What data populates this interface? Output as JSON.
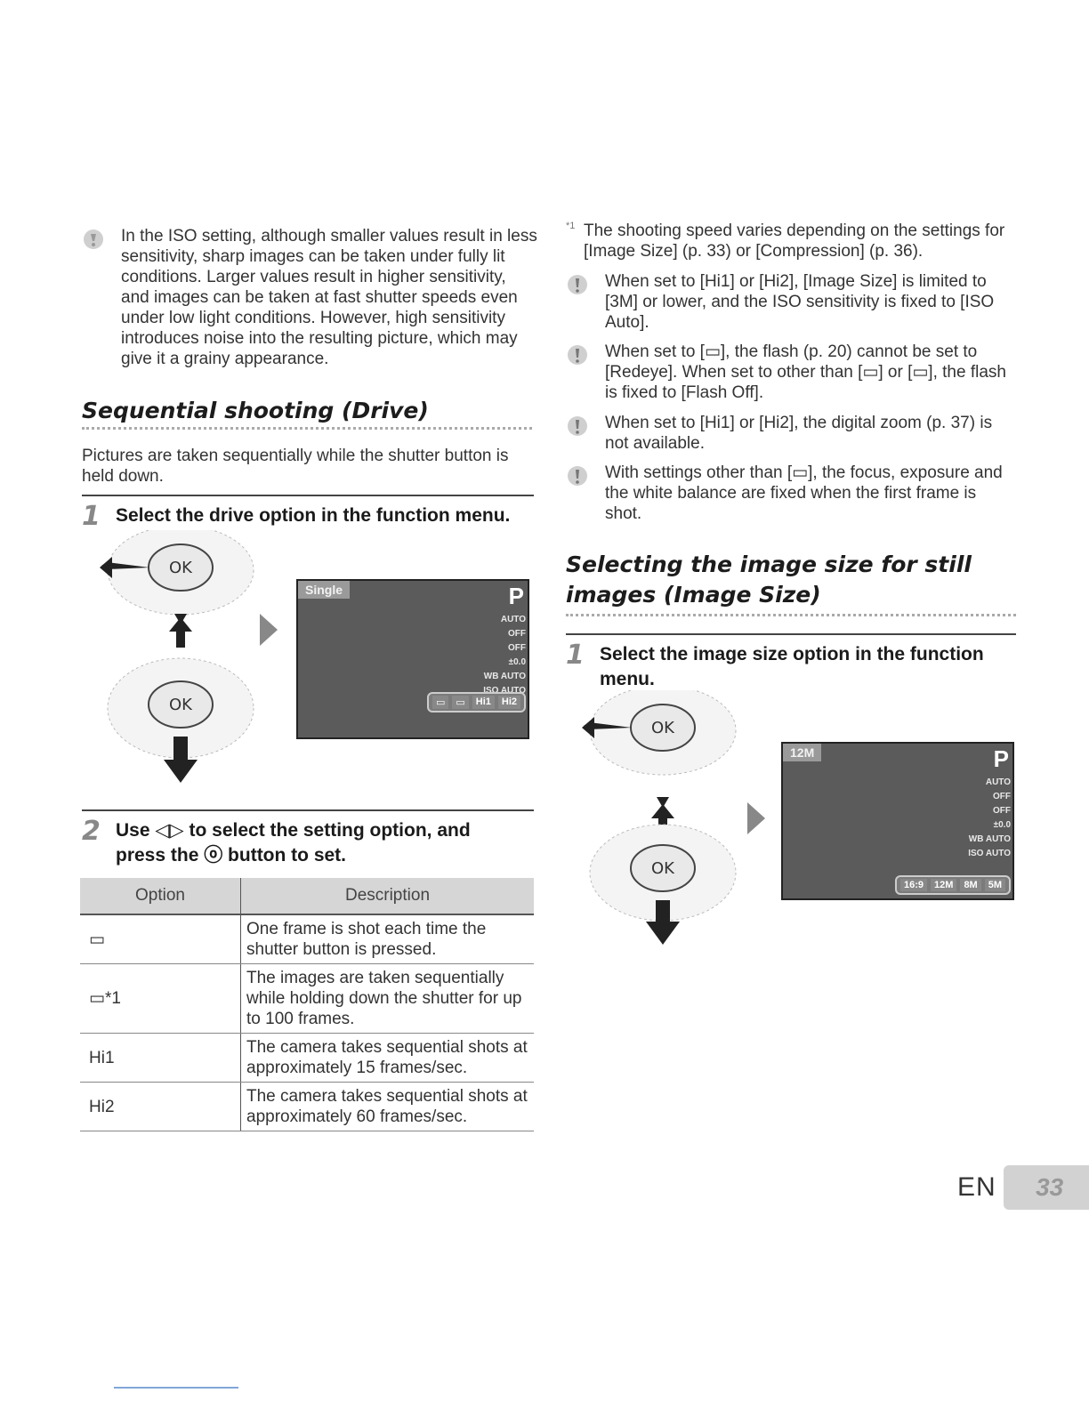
{
  "left": {
    "iso_note": "In the ISO setting, although smaller values result in less sensitivity, sharp images can be taken under fully lit conditions. Larger values result in higher sensitivity, and images can be taken at fast shutter speeds even under low light conditions. However, high sensitivity introduces noise into the resulting picture, which may give it a grainy appearance.",
    "drive_title": "Sequential shooting (Drive)",
    "drive_intro": "Pictures are taken sequentially while the shutter button is held down.",
    "step1_num": "1",
    "step1_text": "Select the drive option in the function menu.",
    "screen_label": "Single",
    "screen_mode": "P",
    "screen_side": [
      "AUTO",
      "OFF",
      "OFF",
      "±0.0",
      "WB AUTO",
      "ISO AUTO"
    ],
    "screen_bar": [
      "▭",
      "▭",
      "Hi1",
      "Hi2"
    ],
    "step2_num": "2",
    "step2_line1": "Use ◁▷ to select the setting option, and",
    "step2_line2": "press the ⓞ button to set.",
    "table": {
      "headers": [
        "Option",
        "Description"
      ],
      "rows": [
        {
          "option": "▭",
          "description": "One frame is shot each time the shutter button is pressed."
        },
        {
          "option": "▭*1",
          "description": "The images are taken sequentially while holding down the shutter for up to 100 frames."
        },
        {
          "option": "Hi1",
          "description": "The camera takes sequential shots at approximately 15 frames/sec."
        },
        {
          "option": "Hi2",
          "description": "The camera takes sequential shots at approximately 60 frames/sec."
        }
      ]
    }
  },
  "right": {
    "footnote_marker": "*1",
    "footnote": "The shooting speed varies depending on the settings for [Image Size] (p. 33) or [Compression] (p. 36).",
    "notes": [
      "When set to [Hi1] or [Hi2], [Image Size] is limited to [3M] or lower, and the ISO sensitivity is fixed to [ISO Auto].",
      "When set to [▭], the flash (p. 20) cannot be set to [Redeye]. When set to other than [▭] or [▭], the flash is fixed to [Flash Off].",
      "When set to [Hi1] or [Hi2], the digital zoom (p. 37) is not available.",
      "With settings other than [▭], the focus, exposure and the white balance are fixed when the first frame is shot."
    ],
    "size_title_line1": "Selecting the image size for still",
    "size_title_line2": "images (Image Size)",
    "step1_num": "1",
    "step1_text": "Select the image size option in the function menu.",
    "screen_label": "12M",
    "screen_mode": "P",
    "screen_side": [
      "AUTO",
      "OFF",
      "OFF",
      "±0.0",
      "WB AUTO",
      "ISO AUTO"
    ],
    "screen_bar": [
      "16:9",
      "12M",
      "8M",
      "5M"
    ]
  },
  "footer": {
    "lang": "EN",
    "page": "33"
  }
}
